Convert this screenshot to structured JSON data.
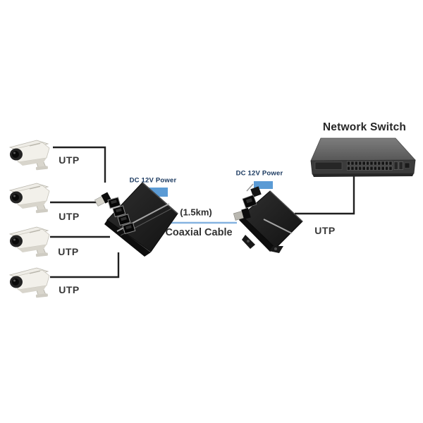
{
  "colors": {
    "line_black": "#1f1f1f",
    "coax_blue": "#85b3e0",
    "power_adapter_blue": "#5b9bd5",
    "power_text_navy": "#17365d",
    "label_text": "#3a3a3a"
  },
  "cameras": {
    "count": 4,
    "utp_labels": [
      "UTP",
      "UTP",
      "UTP",
      "UTP"
    ]
  },
  "transmitter": {
    "power_label": "DC 12V Power"
  },
  "link": {
    "distance": "(1.5km)",
    "cable_label": "Coaxial Cable"
  },
  "receiver": {
    "power_label": "DC 12V Power",
    "uplink_label": "UTP"
  },
  "network_switch": {
    "label": "Network Switch"
  }
}
